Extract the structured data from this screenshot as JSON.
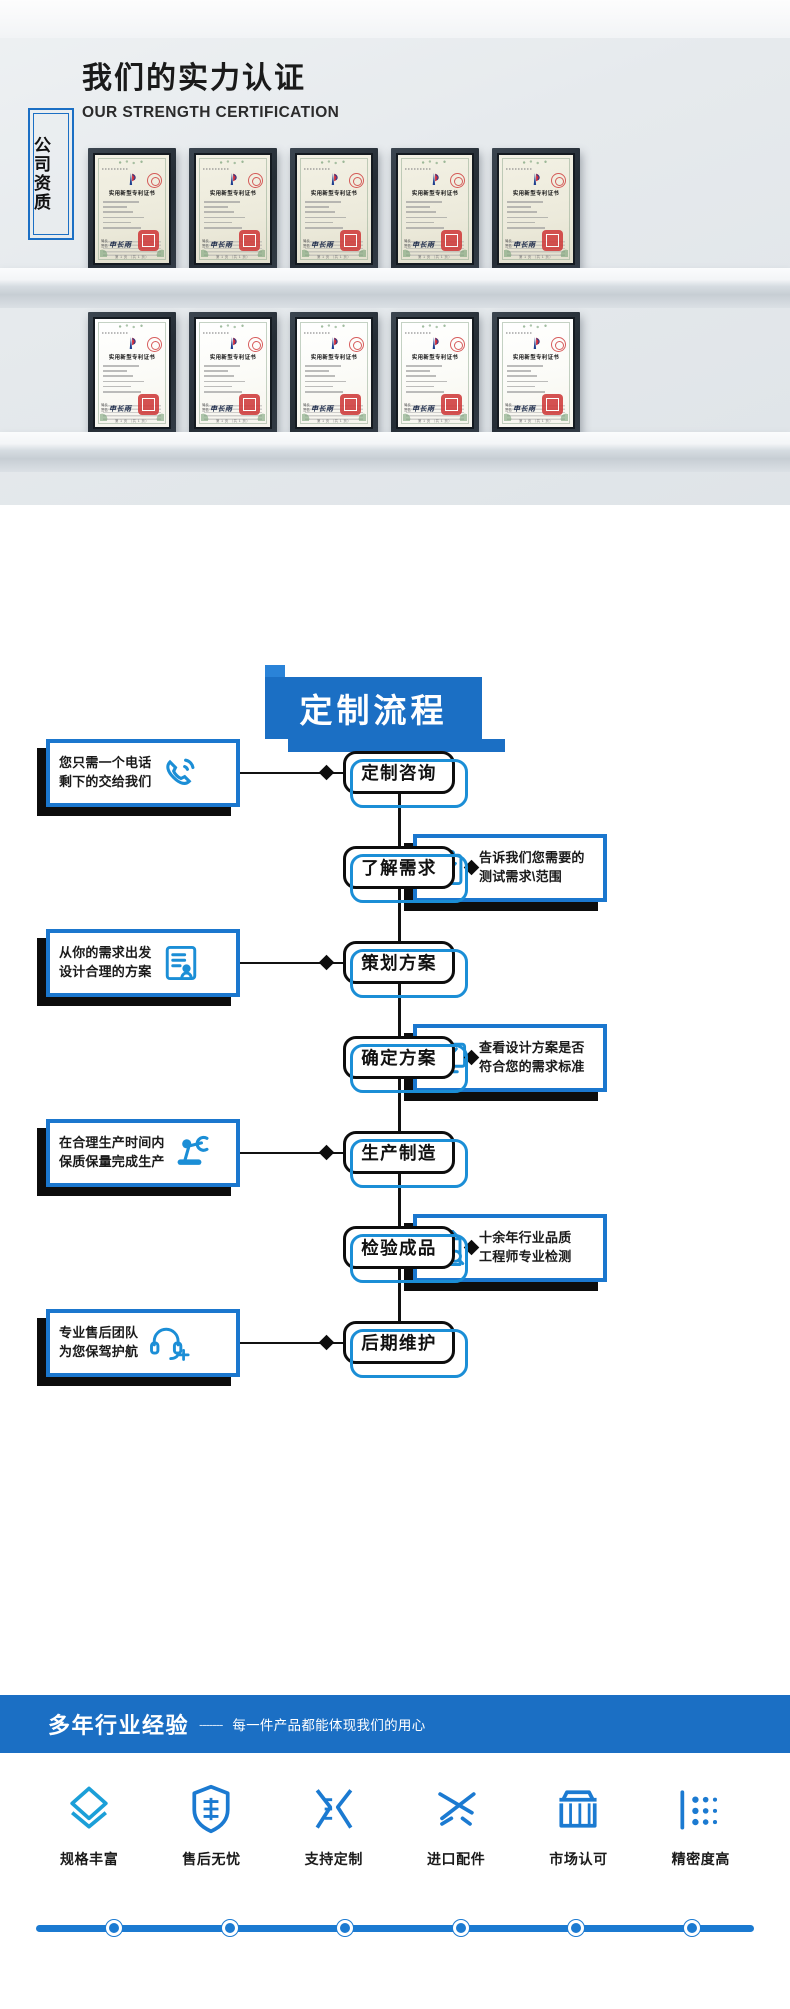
{
  "certification": {
    "title_cn": "我们的实力认证",
    "title_en": "OUR STRENGTH CERTIFICATION",
    "badge_text": "公司资质",
    "certificate_title": "实用新型专利证书",
    "certificate_signature": "申长雨",
    "certificate_footer": "第 1 页 （共 1 页）",
    "row1_count": 5,
    "row2_count": 5,
    "frames": [
      {
        "id": "cert-1",
        "row": 1,
        "aged": true
      },
      {
        "id": "cert-2",
        "row": 1,
        "aged": true
      },
      {
        "id": "cert-3",
        "row": 1,
        "aged": true
      },
      {
        "id": "cert-4",
        "row": 1,
        "aged": true
      },
      {
        "id": "cert-5",
        "row": 1,
        "aged": true
      },
      {
        "id": "cert-6",
        "row": 2,
        "aged": false
      },
      {
        "id": "cert-7",
        "row": 2,
        "aged": false
      },
      {
        "id": "cert-8",
        "row": 2,
        "aged": false
      },
      {
        "id": "cert-9",
        "row": 2,
        "aged": false
      },
      {
        "id": "cert-10",
        "row": 2,
        "aged": false
      }
    ]
  },
  "flow": {
    "title": "定制流程",
    "steps": [
      {
        "label": "定制咨询",
        "side": "left",
        "icon": "phone-ring-icon",
        "text_line1": "您只需一个电话",
        "text_line2": "剩下的交给我们"
      },
      {
        "label": "了解需求",
        "side": "right",
        "icon": "clipboard-check-icon",
        "text_line1": "告诉我们您需要的",
        "text_line2": "测试需求\\范围"
      },
      {
        "label": "策划方案",
        "side": "left",
        "icon": "document-person-icon",
        "text_line1": "从你的需求出发",
        "text_line2": "设计合理的方案"
      },
      {
        "label": "确定方案",
        "side": "right",
        "icon": "monitor-check-icon",
        "text_line1": "查看设计方案是否",
        "text_line2": "符合您的需求标准"
      },
      {
        "label": "生产制造",
        "side": "left",
        "icon": "robot-arm-icon",
        "text_line1": "在合理生产时间内",
        "text_line2": "保质保量完成生产"
      },
      {
        "label": "检验成品",
        "side": "right",
        "icon": "document-search-icon",
        "text_line1": "十余年行业品质",
        "text_line2": "工程师专业检测"
      },
      {
        "label": "后期维护",
        "side": "left",
        "icon": "headset-support-icon",
        "text_line1": "专业售后团队",
        "text_line2": "为您保驾护航"
      }
    ]
  },
  "bottom": {
    "experience_title": "多年行业经验",
    "experience_dash": "-------",
    "experience_sub": "每一件产品都能体现我们的用心",
    "features": [
      {
        "label": "规格丰富",
        "icon": "layers-diamond-icon"
      },
      {
        "label": "售后无忧",
        "icon": "shield-sale-icon"
      },
      {
        "label": "支持定制",
        "icon": "ruler-pencil-icon"
      },
      {
        "label": "进口配件",
        "icon": "airplane-icon"
      },
      {
        "label": "市场认可",
        "icon": "store-icon"
      },
      {
        "label": "精密度高",
        "icon": "precision-dots-icon"
      }
    ],
    "dot_count": 6
  },
  "colors": {
    "brand_blue": "#1b6fc4",
    "accent_blue": "#1b8ed6",
    "ink": "#0d0d0d",
    "seal_red": "#cf3b3b"
  }
}
